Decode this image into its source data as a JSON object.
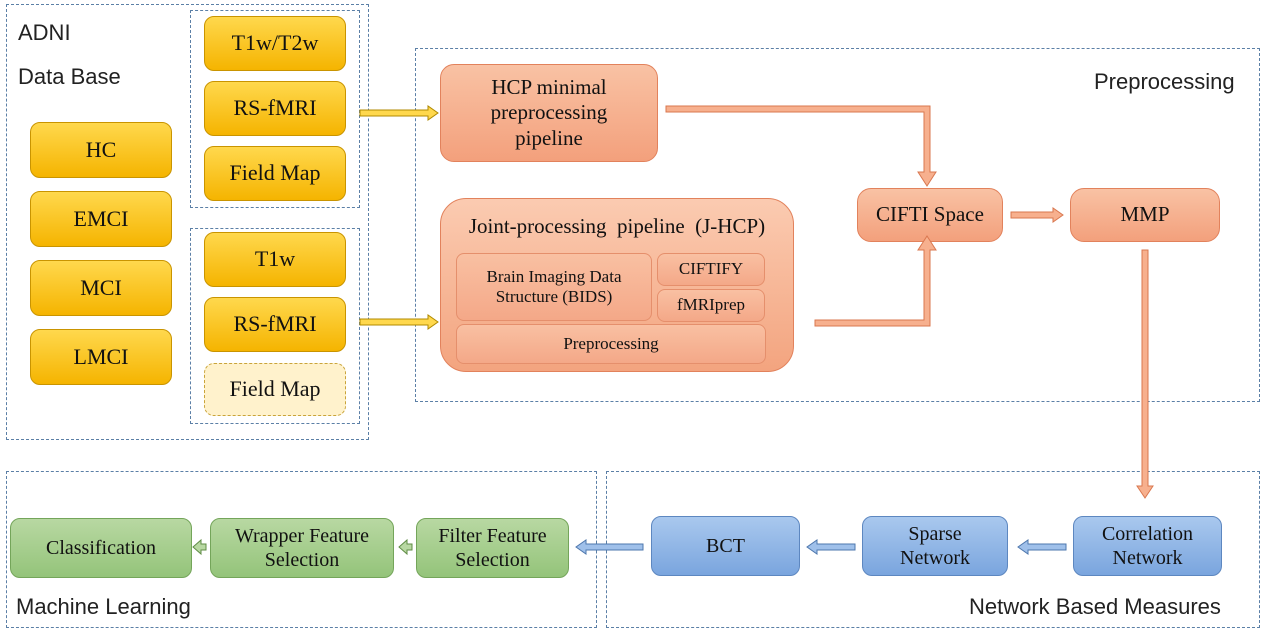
{
  "sections": {
    "database_label_1": "ADNI",
    "database_label_2": "Data Base",
    "preprocessing_label": "Preprocessing",
    "machine_learning_label": "Machine Learning",
    "network_label": "Network Based Measures"
  },
  "groups": [
    "HC",
    "EMCI",
    "MCI",
    "LMCI"
  ],
  "hcp_inputs": [
    "T1w/T2w",
    "RS-fMRI",
    "Field Map"
  ],
  "jhcp_inputs": [
    "T1w",
    "RS-fMRI",
    "Field Map"
  ],
  "hcp_pipeline": {
    "line1": "HCP minimal",
    "line2": "preprocessing",
    "line3": "pipeline"
  },
  "jhcp_pipeline": {
    "title": "Joint-processing  pipeline  (J-HCP)",
    "bids_line1": "Brain Imaging Data",
    "bids_line2": "Structure (BIDS)",
    "ciftify": "CIFTIFY",
    "fmriprep": "fMRIprep",
    "preprocessing": "Preprocessing"
  },
  "cifti_space": "CIFTI Space",
  "mmp": "MMP",
  "network": {
    "correlation_line1": "Correlation",
    "correlation_line2": "Network",
    "sparse_line1": "Sparse",
    "sparse_line2": "Network",
    "bct": "BCT"
  },
  "ml": {
    "filter_line1": "Filter Feature",
    "filter_line2": "Selection",
    "wrapper_line1": "Wrapper Feature",
    "wrapper_line2": "Selection",
    "classification": "Classification"
  }
}
